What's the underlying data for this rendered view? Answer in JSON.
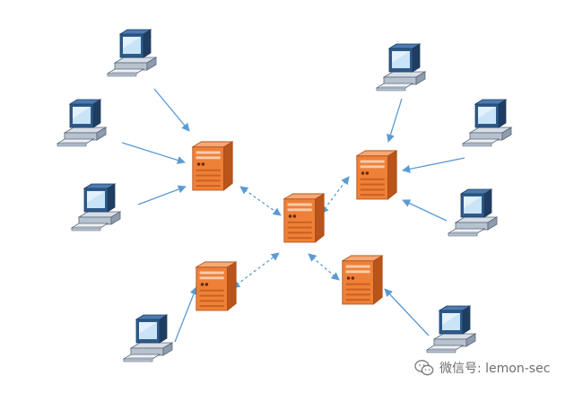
{
  "watermark": {
    "text": "微信号: lemon-sec",
    "icon": "wechat-icon"
  },
  "colors": {
    "server_front": "#ef8038",
    "server_side": "#b9541a",
    "server_top": "#f6a774",
    "arrow": "#5b9bd5",
    "monitor_frame": "#2e5a8a",
    "monitor_screen": "#c9e4f7"
  },
  "diagram": {
    "nodes": [
      {
        "id": "central-server",
        "kind": "server"
      },
      {
        "id": "server-top-left",
        "kind": "server"
      },
      {
        "id": "server-top-right",
        "kind": "server"
      },
      {
        "id": "server-bottom-left",
        "kind": "server"
      },
      {
        "id": "server-bottom-right",
        "kind": "server"
      },
      {
        "id": "pc-tl-1",
        "kind": "computer"
      },
      {
        "id": "pc-tl-2",
        "kind": "computer"
      },
      {
        "id": "pc-tl-3",
        "kind": "computer"
      },
      {
        "id": "pc-tr-1",
        "kind": "computer"
      },
      {
        "id": "pc-tr-2",
        "kind": "computer"
      },
      {
        "id": "pc-tr-3",
        "kind": "computer"
      },
      {
        "id": "pc-bl-1",
        "kind": "computer"
      },
      {
        "id": "pc-br-1",
        "kind": "computer"
      }
    ],
    "edges": [
      {
        "from": "pc-tl-1",
        "to": "server-top-left",
        "style": "solid",
        "direction": "forward"
      },
      {
        "from": "pc-tl-2",
        "to": "server-top-left",
        "style": "solid",
        "direction": "forward"
      },
      {
        "from": "pc-tl-3",
        "to": "server-top-left",
        "style": "solid",
        "direction": "forward"
      },
      {
        "from": "pc-tr-1",
        "to": "server-top-right",
        "style": "solid",
        "direction": "forward"
      },
      {
        "from": "pc-tr-2",
        "to": "server-top-right",
        "style": "solid",
        "direction": "forward"
      },
      {
        "from": "pc-tr-3",
        "to": "server-top-right",
        "style": "solid",
        "direction": "forward"
      },
      {
        "from": "pc-bl-1",
        "to": "server-bottom-left",
        "style": "solid",
        "direction": "forward"
      },
      {
        "from": "pc-br-1",
        "to": "server-bottom-right",
        "style": "solid",
        "direction": "forward"
      },
      {
        "from": "server-top-left",
        "to": "central-server",
        "style": "dashed",
        "direction": "both"
      },
      {
        "from": "server-top-right",
        "to": "central-server",
        "style": "dashed",
        "direction": "both"
      },
      {
        "from": "server-bottom-left",
        "to": "central-server",
        "style": "dashed",
        "direction": "both"
      },
      {
        "from": "server-bottom-right",
        "to": "central-server",
        "style": "dashed",
        "direction": "both"
      }
    ]
  }
}
